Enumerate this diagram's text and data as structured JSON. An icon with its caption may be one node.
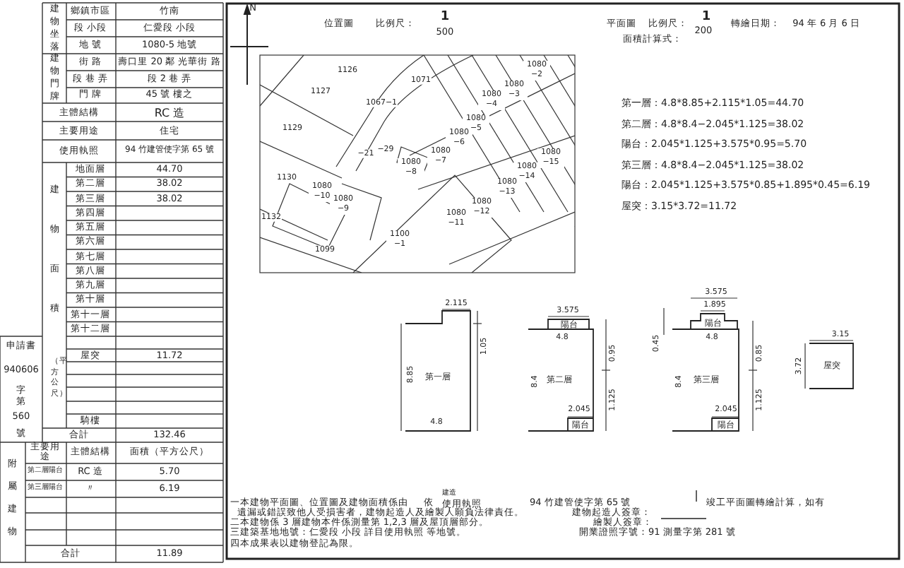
{
  "diagram": {
    "nodes": [
      {
        "text": [
          "第一層"
        ]
      },
      {
        "text": [
          "陽台"
        ]
      },
      {
        "text": [
          "第二層"
        ]
      },
      {
        "text": [
          "陽台"
        ],
        "in": 2
      },
      {
        "text": [
          "陽台"
        ]
      },
      {
        "text": [
          "第三層"
        ]
      },
      {
        "text": [
          "陽台"
        ],
        "in": 5
      },
      {
        "text": [
          "屋突"
        ]
      }
    ],
    "labels": [
      "位置圖",
      "比例尺：",
      "1",
      "500",
      "平面圖",
      "比例尺：",
      "1",
      "200",
      "轉繪日期：",
      "94 年 6 月 6 日",
      "面積計算式：",
      "N",
      "建物坐落",
      "鄉鎮市區",
      "竹南",
      "段 小段",
      "仁愛段 小段",
      "地 號",
      "1080-5 地號",
      "建物門牌",
      "街 路",
      "壽口里 20 鄰 光華街 路",
      "段 巷 弄",
      "段 2 巷 弄",
      "門 牌",
      "45 號 樓之",
      "主體結構",
      "RC 造",
      "主要用途",
      "住宅",
      "使用執照",
      "94 竹建管使字第 65 號",
      "建物面積",
      "（平方公尺）",
      "地面層",
      "44.70",
      "第二層",
      "38.02",
      "第三層",
      "38.02",
      "第四層",
      "第五層",
      "第六層",
      "第七層",
      "第八層",
      "第九層",
      "第十層",
      "第十一層",
      "第十二層",
      "屋突",
      "11.72",
      "申請書",
      "940606",
      "字第",
      "560",
      "號",
      "騎樓",
      "合計",
      "132.46",
      "附屬建物",
      "主要用途",
      "主體結構",
      "面積（平方公尺）",
      "第二層陽台",
      "RC 造",
      "5.70",
      "第三層陽台",
      "〃",
      "6.19",
      "合計",
      "11.89",
      "1126",
      "1080 −2",
      "1071",
      "1080 −3",
      "1127",
      "1080 −4",
      "1067−1",
      "1080 −5",
      "1129",
      "1080 −6",
      "−29",
      "−21",
      "1080 −7",
      "1080 −15",
      "1080 −8",
      "1080 −14",
      "1130",
      "1080 −10",
      "1080 −13",
      "1080 −9",
      "1080 −12",
      "1132",
      "1080 −11",
      "1100 −1",
      "1099",
      "第一層：4.8*8.85+2.115*1.05=44.70",
      "第二層：4.8*8.4−2.045*1.125=38.02",
      "陽台：2.045*1.125+3.575*0.95=5.70",
      "第三層：4.8*8.4−2.045*1.125=38.02",
      "陽台：2.045*1.125+3.575*0.85+1.895*0.45=6.19",
      "屋突：3.15*3.72=11.72",
      "3.575",
      "2.115",
      "1.895",
      "3.575",
      "4.8",
      "4.8",
      "3.15",
      "1.05",
      "0.45",
      "0.95",
      "0.85",
      "3.72",
      "8.85",
      "8.4",
      "8.4",
      "1.125",
      "1.125",
      "2.045",
      "2.045",
      "4.8",
      "一本建物平面圖、位置圖及建物面積係由",
      "依",
      "建造",
      "使用執照",
      "94 竹建管使字第 65 號",
      "竣工平面圖轉繪計算，如有",
      "遺漏或錯誤致他人受損害者，建物起造人及繪製人願負法律責任。",
      "建物起造人簽章：",
      "二本建物係 3 層建物本件係測量第 1,2,3 層及屋頂層部分。",
      "繪製人簽章：",
      "三建築基地地號：仁愛段 小段 詳目使用執照 等地號。",
      "開業證照字號：91 測量字第 281 號",
      "四本成果表以建物登記為限。"
    ]
  }
}
